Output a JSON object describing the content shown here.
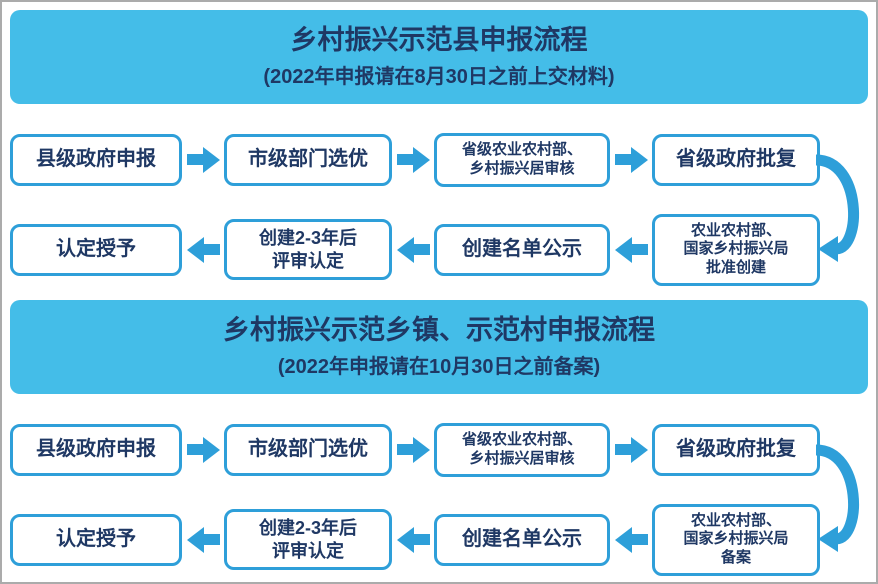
{
  "colors": {
    "page_bg": "#FFFFFF",
    "border_gray": "#ABABAB",
    "header_bg": "#44BDE8",
    "title_text": "#1F3864",
    "box_text": "#1F3864",
    "line_blue": "#2E9FD9"
  },
  "sections": [
    {
      "title": "乡村振兴示范县申报流程",
      "subtitle": "(2022年申报请在8月30日之前上交材料)",
      "row1": [
        "县级政府申报",
        "市级部门选优",
        "省级农业农村部、\n乡村振兴居审核",
        "省级政府批复"
      ],
      "row2": [
        "认定授予",
        "创建2-3年后\n评审认定",
        "创建名单公示",
        "农业农村部、\n国家乡村振兴局\n批准创建"
      ]
    },
    {
      "title": "乡村振兴示范乡镇、示范村申报流程",
      "subtitle": "(2022年申报请在10月30日之前备案)",
      "row1": [
        "县级政府申报",
        "市级部门选优",
        "省级农业农村部、\n乡村振兴居审核",
        "省级政府批复"
      ],
      "row2": [
        "认定授予",
        "创建2-3年后\n评审认定",
        "创建名单公示",
        "农业农村部、\n国家乡村振兴局\n备案"
      ]
    }
  ]
}
